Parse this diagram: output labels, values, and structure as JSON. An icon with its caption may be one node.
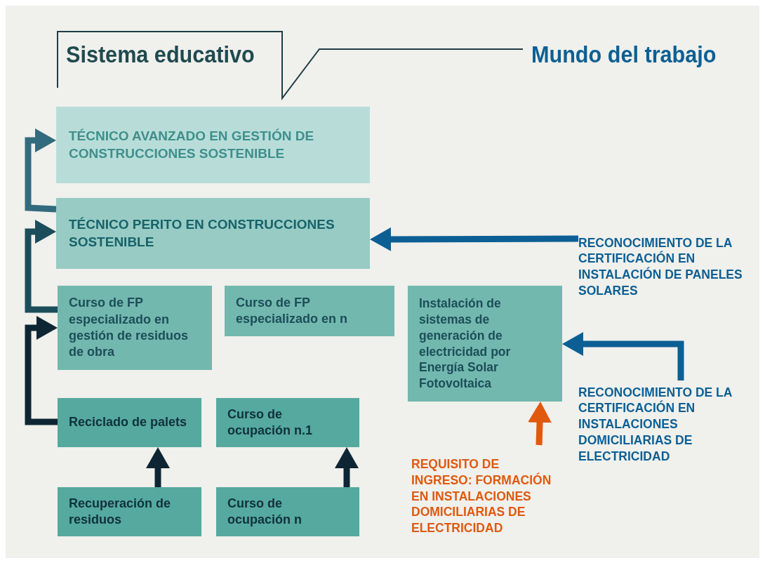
{
  "diagram": {
    "nodes": [
      {
        "text": [
          "TÉCNICO AVANZADO EN GESTIÓN DE CONSTRUCCIONES SOSTENIBLE"
        ]
      },
      {
        "text": [
          "TÉCNICO PERITO EN CONSTRUCCIONES SOSTENIBLE"
        ]
      },
      {
        "text": [
          "Curso de FP especializado en gestión de residuos de obra"
        ]
      },
      {
        "text": [
          "Curso de FP especializado en n"
        ]
      },
      {
        "text": [
          "Instalación de sistemas de generación de electricidad por Energía Solar Fotovoltaica"
        ]
      },
      {
        "text": [
          "RECONOCIMIENTO DE LA CERTIFICACIÓN EN INSTALACIÓN DE PANELES SOLARES"
        ]
      },
      {
        "text": [
          "Reciclado de palets"
        ]
      },
      {
        "text": [
          "Curso de ocupación n.1"
        ]
      },
      {
        "text": [
          "RECONOCIMIENTO DE LA CERTIFICACIÓN EN INSTALACIONES DOMICILIARIAS DE ELECTRICIDAD"
        ]
      },
      {
        "text": [
          "REQUISITO DE INGRESO: FORMACIÓN EN INSTALACIONES DOMICILIARIAS DE ELECTRICIDAD"
        ]
      },
      {
        "text": [
          "Recuperación de residuos"
        ]
      },
      {
        "text": [
          "Curso de ocupación n"
        ]
      }
    ],
    "edges": [
      {
        "from": 1,
        "to": 0,
        "arrow": "to",
        "color": "#336b7e"
      },
      {
        "from": 2,
        "to": 1,
        "arrow": "to",
        "color": "#1b4e5a"
      },
      {
        "from": 6,
        "to": 2,
        "arrow": "to",
        "color": "#0e2633"
      },
      {
        "from": 10,
        "to": 6,
        "arrow": "to",
        "color": "#0e2633"
      },
      {
        "from": 11,
        "to": 7,
        "arrow": "to",
        "color": "#0e2633"
      },
      {
        "from": 5,
        "to": 1,
        "arrow": "to",
        "color": "#0c5f94"
      },
      {
        "from": 8,
        "to": 4,
        "arrow": "to",
        "color": "#0c5f94"
      },
      {
        "from": 9,
        "to": 4,
        "arrow": "to",
        "color": "#e0590f"
      }
    ],
    "labels": [
      "Sistema educativo",
      "Mundo del trabajo"
    ]
  }
}
